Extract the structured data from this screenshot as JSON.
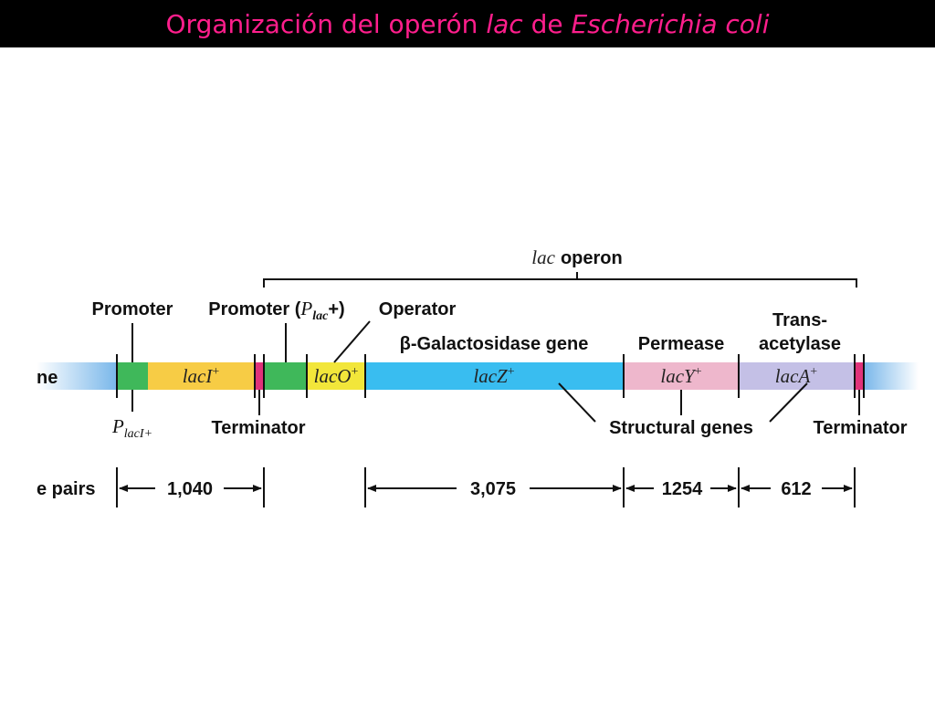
{
  "title": {
    "part1": "Organización del operón ",
    "lac": "lac",
    "part2": " de ",
    "species": "Escherichia coli"
  },
  "operon": {
    "prefix": "lac",
    "word": "operon"
  },
  "labels": {
    "promoter1": "Promoter",
    "promoter2_prefix": "Promoter (",
    "promoter2_p": "P",
    "promoter2_sub": "lac",
    "promoter2_suffix": "+)",
    "operator": "Operator",
    "galactosidase": "β-Galactosidase gene",
    "permease": "Permease",
    "trans1": "Trans-",
    "trans2": "acetylase",
    "placi_p": "P",
    "placi_sub": "lacI+",
    "terminator1": "Terminator",
    "structural": "Structural genes",
    "terminator2": "Terminator",
    "chromosome_partial": "ne",
    "base_pairs_partial": "e pairs"
  },
  "genes": {
    "laci": "lacI",
    "laco": "lacO",
    "lacz": "lacZ",
    "lacy": "lacY",
    "laca": "lacA",
    "sup": "+"
  },
  "sizes": {
    "laci": "1,040",
    "lacz": "3,075",
    "lacy": "1254",
    "laca": "612"
  },
  "colors": {
    "title": "#ff1e8c",
    "dna": "#9ccbef",
    "promoter": "#3fb85a",
    "laci": "#f7cc45",
    "laco": "#f2e63a",
    "lacz": "#39bdf0",
    "lacy": "#eeb7cc",
    "laca": "#c4c0e6",
    "terminator": "#e0337a"
  }
}
